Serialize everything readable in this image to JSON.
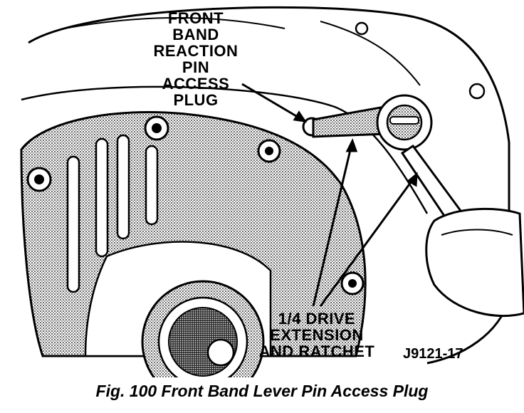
{
  "labels": {
    "front_band": "FRONT\nBAND\nREACTION\nPIN\nACCESS\nPLUG",
    "drive": "1/4 DRIVE\nEXTENSION\nAND RATCHET"
  },
  "figure_code": "J9121-17",
  "caption": "Fig. 100 Front Band Lever Pin Access Plug",
  "colors": {
    "ink": "#000000",
    "paper": "#ffffff",
    "shade": "#b8b8b8"
  }
}
